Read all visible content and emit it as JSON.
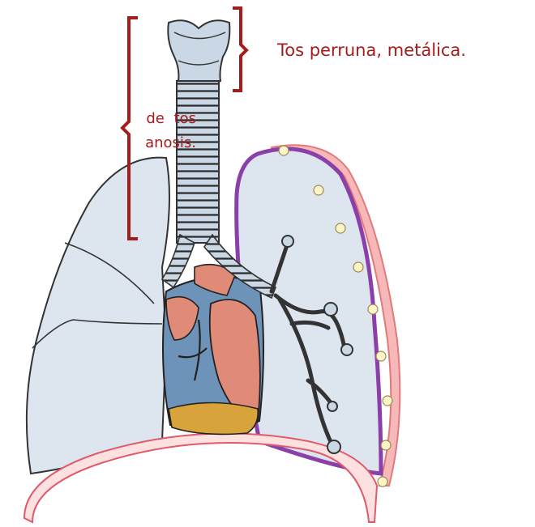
{
  "annotations": {
    "upper_airway_label": "Tos perruna, metálica.",
    "trachea_label_line1": "de  tos",
    "trachea_label_line2": "anosis."
  },
  "colors": {
    "bracket": "#a51c1c",
    "label_text": "#a51c1c",
    "lung_fill": "#dde6ee",
    "pleura": "#8b3fa8",
    "diaphragm": "#f08a8a",
    "trachea_fill": "#c9d8e4",
    "heart_red": "#e08a78",
    "heart_blue": "#6e93b8",
    "heart_gold": "#d8a33a"
  },
  "icons": [
    "lungs-anatomy-illustration",
    "upper-airway-bracket",
    "trachea-bracket"
  ]
}
